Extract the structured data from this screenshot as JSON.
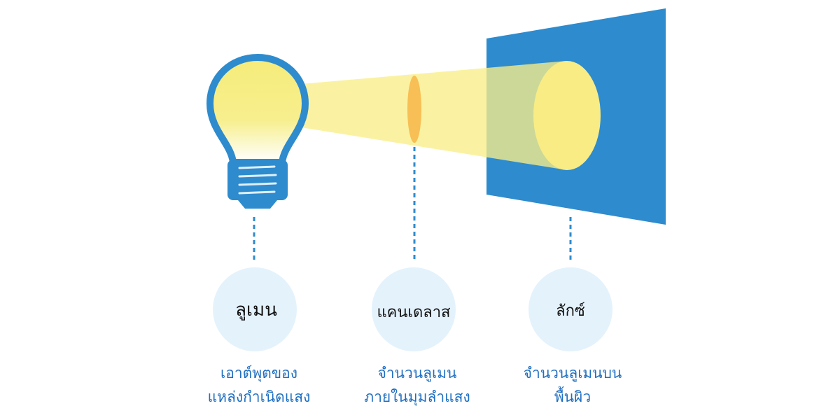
{
  "colors": {
    "blue": "#2e8bcd",
    "beam": "#f8ee88",
    "lens": "#f7bf55",
    "circle": "#e4f2fc",
    "desc": "#1f6fc1"
  },
  "concepts": [
    {
      "term": "ลูเมน",
      "desc_line1": "เอาต์พุตของ",
      "desc_line2": "แหล่งกำเนิดแสง"
    },
    {
      "term": "แคนเดลาส",
      "desc_line1": "จำนวนลูเมน",
      "desc_line2": "ภายในมุมลำแสง"
    },
    {
      "term": "ลักซ์",
      "desc_line1": "จำนวนลูเมนบน",
      "desc_line2": "พื้นผิว"
    }
  ]
}
